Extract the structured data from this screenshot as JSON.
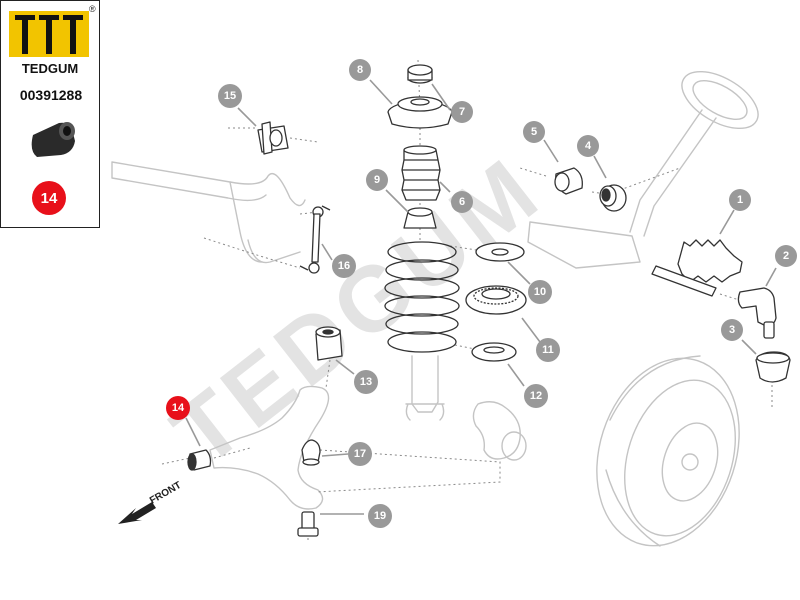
{
  "brand": {
    "name": "TEDGUM",
    "registered_mark": "®",
    "article_number": "00391288",
    "highlight_color": "#e8101a"
  },
  "panel": {
    "badge": "14",
    "thumbnail_icon": "bushing-icon"
  },
  "watermark": "TEDGUM",
  "direction_label": "FRONT",
  "callouts": {
    "c1": "1",
    "c2": "2",
    "c3": "3",
    "c4": "4",
    "c5": "5",
    "c6": "6",
    "c7": "7",
    "c8": "8",
    "c9": "9",
    "c10": "10",
    "c11": "11",
    "c12": "12",
    "c13": "13",
    "c14": "14",
    "c15": "15",
    "c16": "16",
    "c17": "17",
    "c19": "19"
  },
  "highlighted_callout": "14",
  "colors": {
    "callout_grey": "#999999",
    "line_art": "#333333",
    "ghost": "#c4c4c4"
  }
}
